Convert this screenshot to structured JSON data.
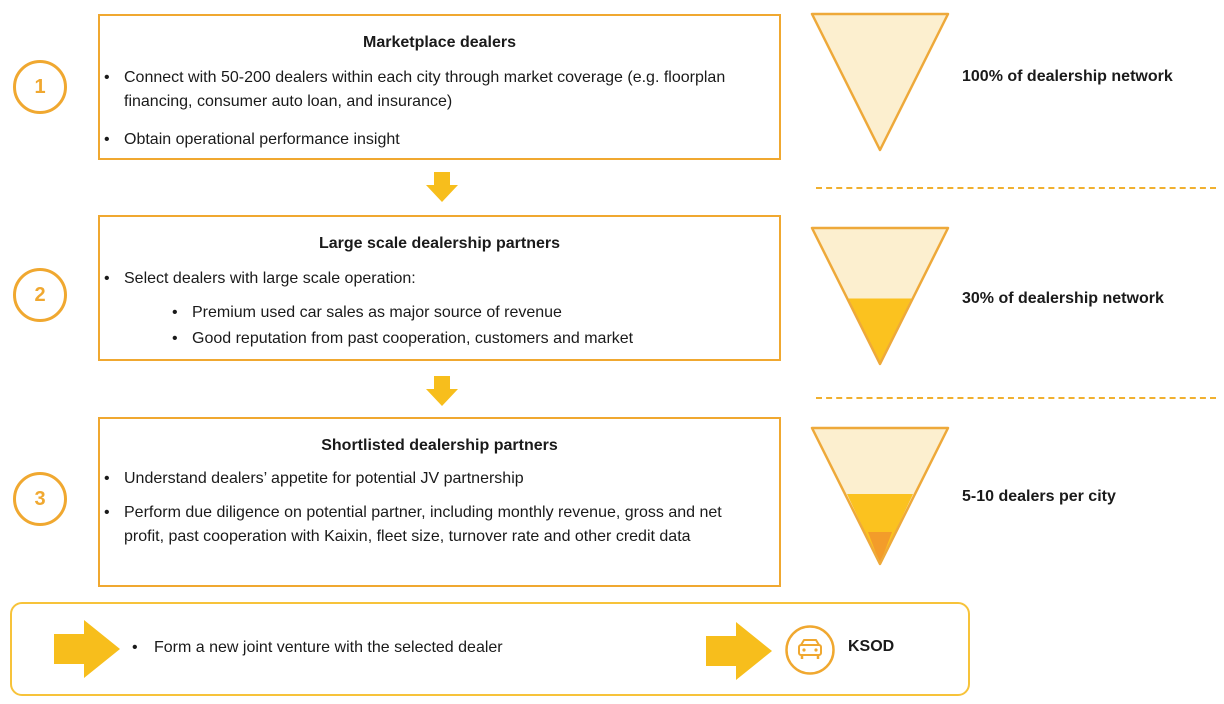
{
  "stages": [
    {
      "number": "1",
      "title": "Marketplace dealers",
      "bullets": [
        "Connect with 50-200 dealers within each city through market coverage (e.g. floorplan financing, consumer auto loan, and insurance)",
        "Obtain operational performance insight"
      ],
      "funnel_label": "100% of dealership network"
    },
    {
      "number": "2",
      "title": "Large scale dealership partners",
      "bullets": [
        "Select dealers with large scale operation:"
      ],
      "sub_bullets": [
        "Premium used car sales as major source of revenue",
        "Good reputation from past cooperation, customers and market"
      ],
      "funnel_label": "30% of dealership network"
    },
    {
      "number": "3",
      "title": "Shortlisted dealership partners",
      "bullets": [
        "Understand dealers’ appetite for potential JV partnership",
        "Perform due diligence on potential partner, including monthly revenue, gross and net profit, past cooperation with Kaixin, fleet size, turnover rate and other credit data"
      ],
      "funnel_label": "5-10 dealers per city"
    }
  ],
  "outcome": {
    "bullet": "Form a new joint venture with the selected dealer",
    "result_label": "KSOD",
    "result_icon": "car-icon"
  },
  "bullet_glyph": "•",
  "colors": {
    "accent": "#f0a830",
    "arrow": "#f7be1c",
    "funnel_light": "#fcefcf",
    "funnel_mid": "#fbc21f",
    "funnel_dark": "#f39c2a",
    "funnel_outline": "#eea93a"
  }
}
